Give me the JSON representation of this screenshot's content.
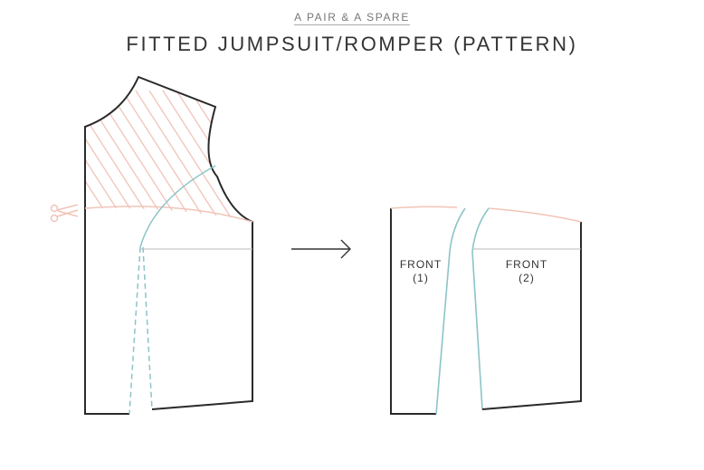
{
  "header": {
    "brand": "A PAIR & A SPARE",
    "title": "FITTED JUMPSUIT/ROMPER (PATTERN)"
  },
  "labels": {
    "front1_name": "FRONT",
    "front1_num": "(1)",
    "front2_name": "FRONT",
    "front2_num": "(2)"
  },
  "colors": {
    "outline": "#2a2a2a",
    "cut_line": "#f0c4b8",
    "princess_line": "#8cc4c8",
    "guide_line": "#bbbbbb"
  }
}
